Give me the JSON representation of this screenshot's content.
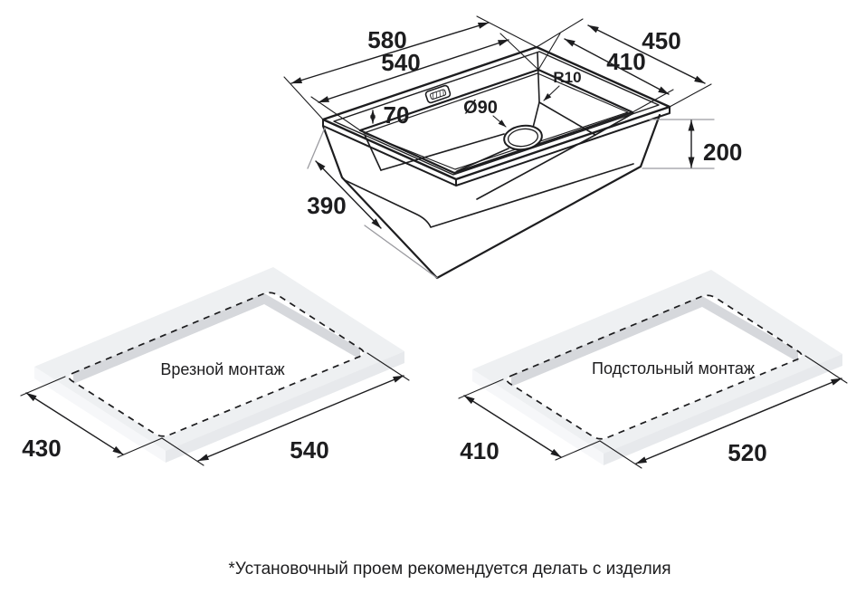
{
  "colors": {
    "line": "#1D1D1F",
    "ext_gray": "#9B9BA0",
    "slab_top": "#EEF0F2",
    "slab_side_light": "#F6F7F9",
    "slab_side_dark": "#E7E9EC",
    "slab_inner_wall": "#D6D8DC",
    "background": "#FFFFFF"
  },
  "sink": {
    "length_outer": "580",
    "length_bowl": "540",
    "width_outer": "450",
    "width_bowl": "410",
    "faucet_offset": "70",
    "drain_diameter": "Ø90",
    "corner_radius": "R10",
    "depth": "200",
    "base_width": "390"
  },
  "cutout_flush": {
    "caption": "Врезной монтаж",
    "side_dim": "430",
    "front_dim": "540"
  },
  "cutout_under": {
    "caption": "Подстольный монтаж",
    "side_dim": "410",
    "front_dim": "520"
  },
  "footnote": "*Установочный проем рекомендуется делать с изделия"
}
